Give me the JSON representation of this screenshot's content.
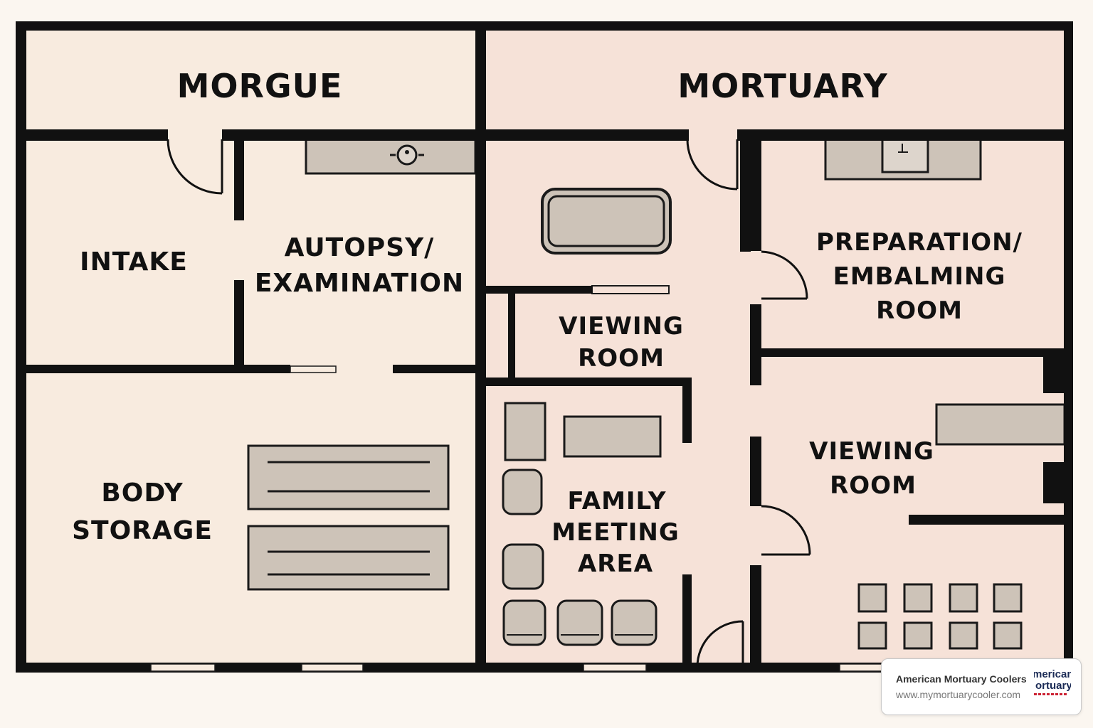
{
  "morgue": {
    "title": "MORGUE",
    "rooms": {
      "intake": "INTAKE",
      "autopsy_1": "AUTOPSY/",
      "autopsy_2": "EXAMINATION",
      "storage_1": "BODY",
      "storage_2": "STORAGE"
    }
  },
  "mortuary": {
    "title": "MORTUARY",
    "rooms": {
      "viewing_a_1": "VIEWING",
      "viewing_a_2": "ROOM",
      "prep_1": "PREPARATION/",
      "prep_2": "EMBALMING",
      "prep_3": "ROOM",
      "family_1": "FAMILY",
      "family_2": "MEETING",
      "family_3": "AREA",
      "viewing_b_1": "VIEWING",
      "viewing_b_2": "ROOM"
    }
  },
  "badge": {
    "name": "American Mortuary Coolers",
    "url": "www.mymortuarycooler.com",
    "logo_line1": "merican",
    "logo_line2": "ortuary"
  },
  "colors": {
    "morgue_floor": "#f8ebdf",
    "mortuary_floor": "#f6e2d8",
    "wall": "#111111",
    "furniture": "#cdc3b8"
  }
}
